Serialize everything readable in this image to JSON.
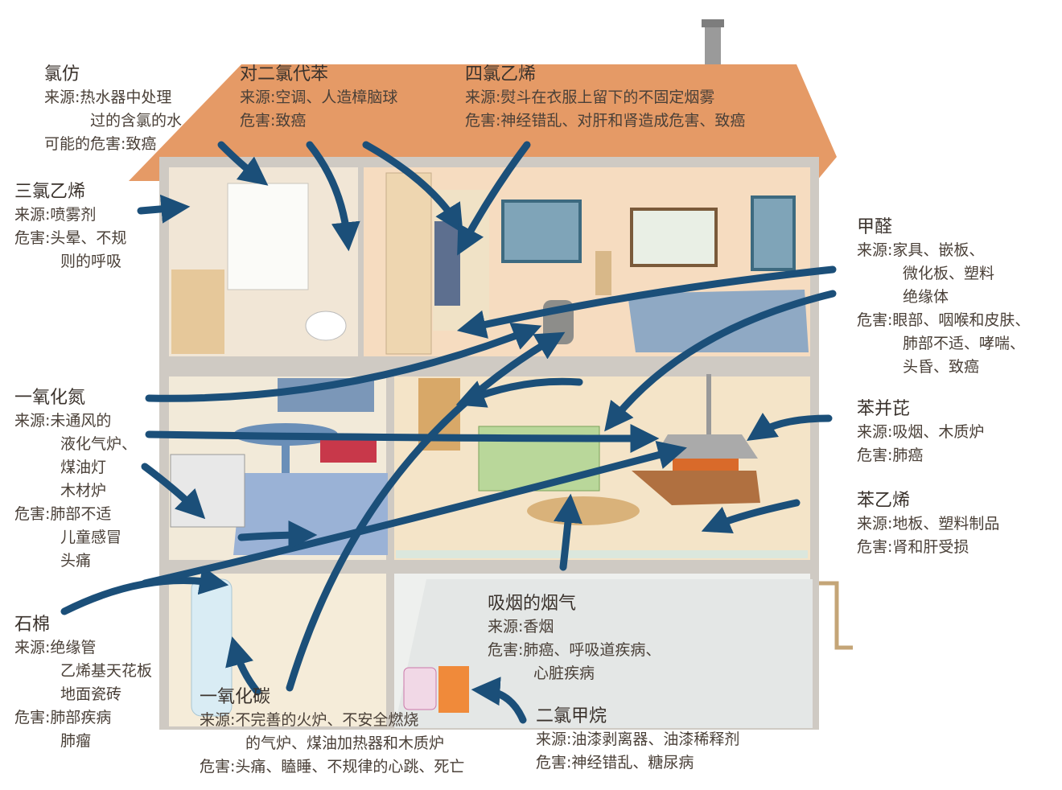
{
  "colors": {
    "roof": "#e59a66",
    "wall": "#f4e3c8",
    "arrow": "#1b4f79",
    "frame": "#b9b4ad"
  },
  "labels": [
    {
      "id": "chloroform",
      "title": "氯仿",
      "lines": [
        "来源:热水器中处理",
        "　　　过的含氯的水",
        "可能的危害:致癌"
      ]
    },
    {
      "id": "dichlorobenzene",
      "title": "对二氯代苯",
      "lines": [
        "来源:空调、人造樟脑球",
        "危害:致癌"
      ]
    },
    {
      "id": "tetrachloroethylene",
      "title": "四氯乙烯",
      "lines": [
        "来源:熨斗在衣服上留下的不固定烟雾",
        "危害:神经错乱、对肝和肾造成危害、致癌"
      ]
    },
    {
      "id": "trichloroethylene",
      "title": "三氯乙烯",
      "lines": [
        "来源:喷雾剂",
        "危害:头晕、不规",
        "　　　则的呼吸"
      ]
    },
    {
      "id": "formaldehyde",
      "title": "甲醛",
      "lines": [
        "来源:家具、嵌板、",
        "　　　微化板、塑料",
        "　　　绝缘体",
        "危害:眼部、咽喉和皮肤、",
        "　　　肺部不适、哮喘、",
        "　　　头昏、致癌"
      ]
    },
    {
      "id": "nitric-oxide",
      "title": "一氧化氮",
      "lines": [
        "来源:未通风的",
        "　　　液化气炉、",
        "　　　煤油灯",
        "　　　木材炉",
        "危害:肺部不适",
        "　　　儿童感冒",
        "　　　头痛"
      ]
    },
    {
      "id": "benzopyrene",
      "title": "苯并芘",
      "lines": [
        "来源:吸烟、木质炉",
        "危害:肺癌"
      ]
    },
    {
      "id": "styrene",
      "title": "苯乙烯",
      "lines": [
        "来源:地板、塑料制品",
        "危害:肾和肝受损"
      ]
    },
    {
      "id": "asbestos",
      "title": "石棉",
      "lines": [
        "来源:绝缘管",
        "　　　乙烯基天花板",
        "　　　地面瓷砖",
        "危害:肺部疾病",
        "　　　肺瘤"
      ]
    },
    {
      "id": "smoke",
      "title": "吸烟的烟气",
      "lines": [
        "来源:香烟",
        "危害:肺癌、呼吸道疾病、",
        "　　　心脏疾病"
      ]
    },
    {
      "id": "carbon-monoxide",
      "title": "一氧化碳",
      "lines": [
        "来源:不完善的火炉、不安全燃烧",
        "　　　的气炉、煤油加热器和木质炉",
        "危害:头痛、瞌睡、不规律的心跳、死亡"
      ]
    },
    {
      "id": "dichloromethane",
      "title": "二氯甲烷",
      "lines": [
        "来源:油漆剥离器、油漆稀释剂",
        "危害:神经错乱、糖尿病"
      ]
    }
  ]
}
